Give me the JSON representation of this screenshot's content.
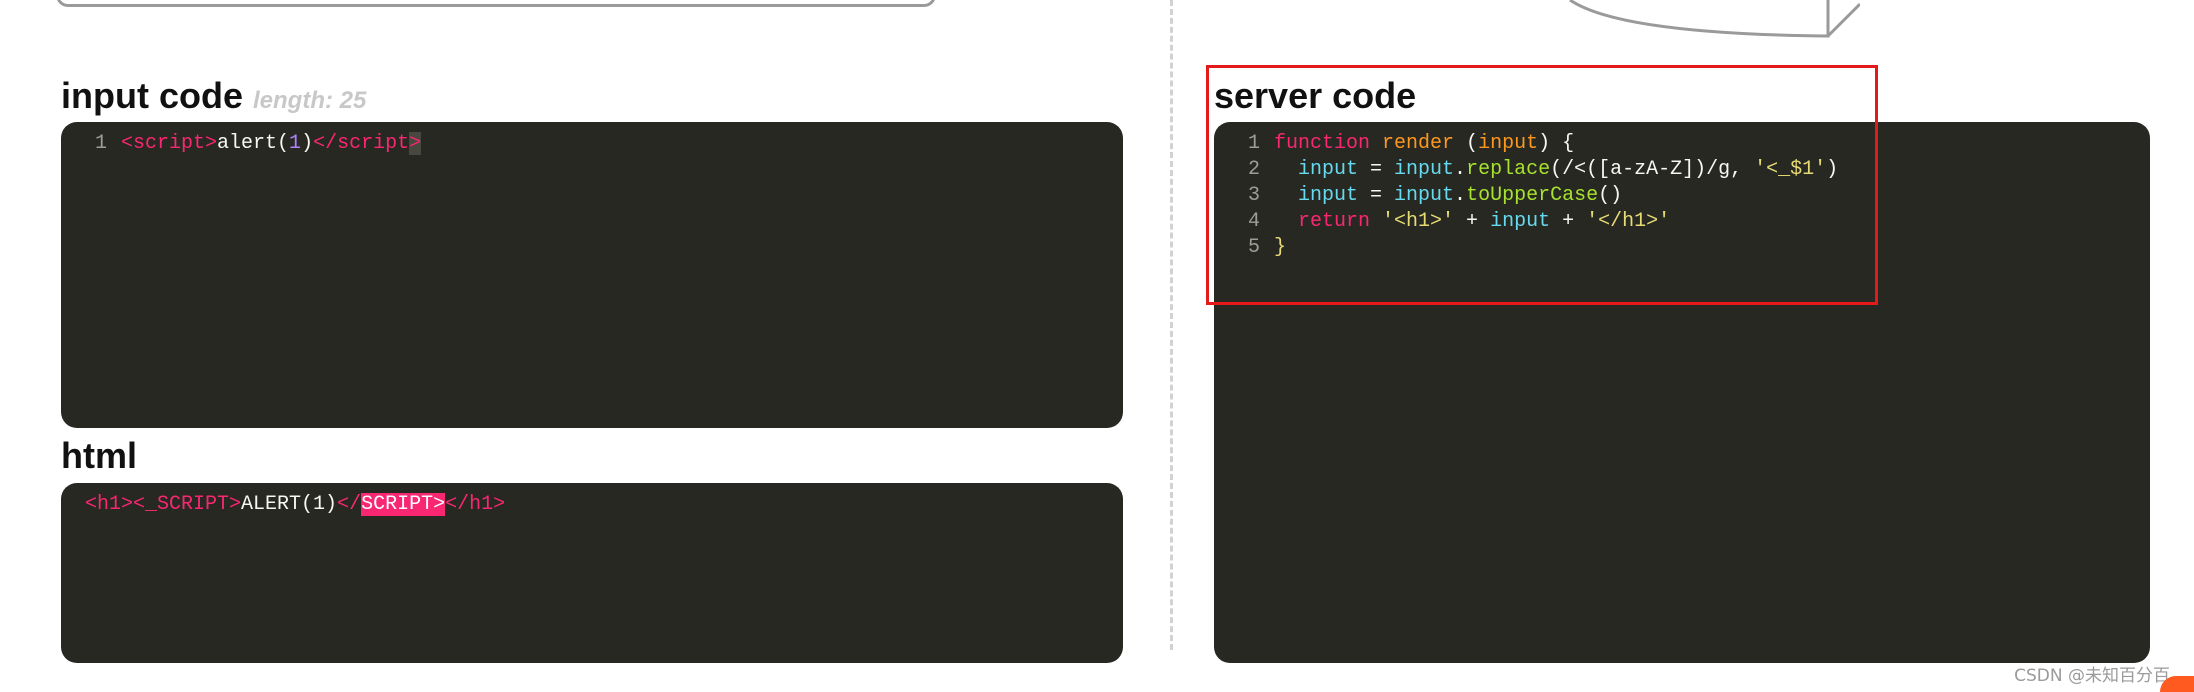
{
  "input_section": {
    "title": "input code",
    "length_hint": "length: 25",
    "lines": [
      {
        "num": "1",
        "tokens": [
          {
            "text": "<script>",
            "cls": "tag"
          },
          {
            "text": "alert",
            "cls": ""
          },
          {
            "text": "(",
            "cls": ""
          },
          {
            "text": "1",
            "cls": "num"
          },
          {
            "text": ")",
            "cls": ""
          },
          {
            "text": "</script",
            "cls": "tag"
          },
          {
            "text": ">",
            "cls": "cursor"
          }
        ]
      }
    ]
  },
  "html_section": {
    "title": "html",
    "lines": [
      {
        "num": "",
        "tokens": [
          {
            "text": "<h1>",
            "cls": "tag"
          },
          {
            "text": "<_SCRIPT>",
            "cls": "tag"
          },
          {
            "text": "ALERT(1)",
            "cls": ""
          },
          {
            "text": "</",
            "cls": "tag"
          },
          {
            "text": "SCRIPT>",
            "cls": "hl"
          },
          {
            "text": "</h1>",
            "cls": "tag"
          }
        ]
      }
    ]
  },
  "server_section": {
    "title": "server code",
    "lines": [
      {
        "num": "1",
        "tokens": [
          {
            "text": "function ",
            "cls": "kw"
          },
          {
            "text": "render ",
            "cls": "fn"
          },
          {
            "text": "(",
            "cls": ""
          },
          {
            "text": "input",
            "cls": "fn"
          },
          {
            "text": ") {",
            "cls": ""
          }
        ]
      },
      {
        "num": "2",
        "tokens": [
          {
            "text": "  input",
            "cls": "var"
          },
          {
            "text": " = ",
            "cls": ""
          },
          {
            "text": "input",
            "cls": "var"
          },
          {
            "text": ".",
            "cls": ""
          },
          {
            "text": "replace",
            "cls": "meth"
          },
          {
            "text": "(/<([a-zA-Z])/g, ",
            "cls": ""
          },
          {
            "text": "'<_$1'",
            "cls": "str"
          },
          {
            "text": ")",
            "cls": ""
          }
        ]
      },
      {
        "num": "3",
        "tokens": [
          {
            "text": "  input",
            "cls": "var"
          },
          {
            "text": " = ",
            "cls": ""
          },
          {
            "text": "input",
            "cls": "var"
          },
          {
            "text": ".",
            "cls": ""
          },
          {
            "text": "toUpperCase",
            "cls": "meth"
          },
          {
            "text": "()",
            "cls": ""
          }
        ]
      },
      {
        "num": "4",
        "tokens": [
          {
            "text": "  return ",
            "cls": "kw"
          },
          {
            "text": "'<h1>'",
            "cls": "str"
          },
          {
            "text": " + ",
            "cls": ""
          },
          {
            "text": "input",
            "cls": "var"
          },
          {
            "text": " + ",
            "cls": ""
          },
          {
            "text": "'</h1>'",
            "cls": "str"
          }
        ]
      },
      {
        "num": "5",
        "tokens": [
          {
            "text": "}",
            "cls": "str"
          }
        ]
      }
    ]
  },
  "watermark": "CSDN @未知百分百",
  "colors": {
    "editor_bg": "#272822",
    "highlight_box": "#e41a1a",
    "tag": "#f92672",
    "string": "#e6db74",
    "variable": "#66d9ef",
    "method": "#a6e22e",
    "function_name": "#fd971f"
  }
}
